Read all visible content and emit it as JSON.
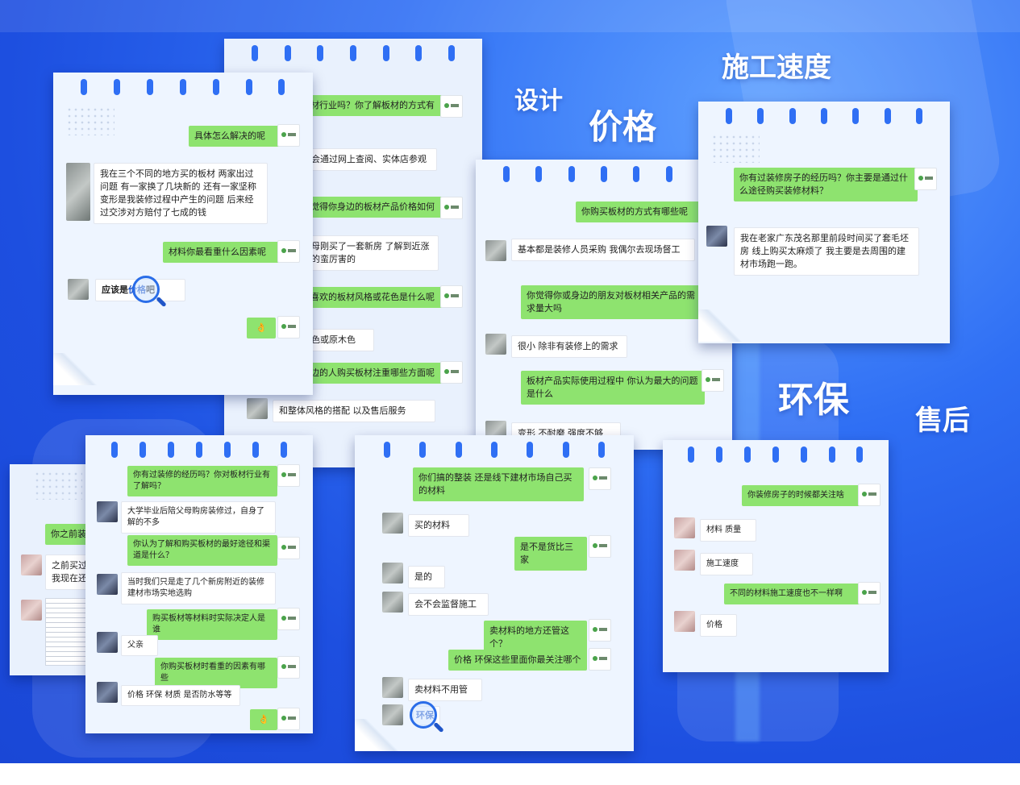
{
  "keywords": {
    "design": "设计",
    "price": "价格",
    "construction_speed": "施工速度",
    "eco": "环保",
    "after_sales": "售后"
  },
  "cards": {
    "card1": {
      "m1": "具体怎么解决的呢",
      "m2": "我在三个不同的地方买的板材 两家出过问题 有一家换了几块新的 还有一家坚称变形是我装修过程中产生的问题 后来经过交涉对方赔付了七成的钱",
      "m3": "材料你最看重什么因素呢",
      "m4_pre": "应该是",
      "m4_key": "价格",
      "m4_post": "吧",
      "m5": "👌"
    },
    "card2": {
      "m1": "材行业吗？你了解板材的方式有",
      "m2": "会通过网上查阅、实体店参观",
      "m3": "觉得你身边的板材产品价格如何",
      "m4": "母刚买了一套新房 了解到近涨的蛮厉害的",
      "m5": "喜欢的板材风格或花色是什么呢",
      "m6": "色或原木色",
      "m7": "边的人购买板材注重哪些方面呢",
      "m8": "和整体风格的搭配 以及售后服务"
    },
    "card3": {
      "m1": "你购买板材的方式有哪些呢",
      "m2": "基本都是装修人员采购 我偶尔去现场督工",
      "m3": "你觉得你或身边的朋友对板材相关产品的需求量大吗",
      "m4": "很小 除非有装修上的需求",
      "m5": "板材产品实际使用过程中 你认为最大的问题是什么",
      "m6": "变形 不耐磨 强度不够"
    },
    "card4": {
      "m1": "你有过装修房子的经历吗？你主要是通过什么途径购买装修材料？",
      "m2": "我在老家广东茂名那里前段时间买了套毛坯房 线上购买太麻烦了 我主要是去周围的建材市场跑一跑。"
    },
    "card5": {
      "m1": "你之前装修",
      "m2": "之前买过一",
      "m3": "我现在还有"
    },
    "card6": {
      "m1": "你有过装修的经历吗？你对板材行业有了解吗？",
      "m2": "大学毕业后陪父母购房装修过，自身了解的不多",
      "m3": "你认为了解和购买板材的最好途径和渠道是什么？",
      "m4": "当时我们只是走了几个新房附近的装修建材市场实地选购",
      "m5": "购买板材等材料时实际决定人是谁",
      "m6": "父亲",
      "m7": "你购买板材时看重的因素有哪些",
      "m8": "价格 环保 材质 是否防水等等",
      "m9": "👌"
    },
    "card7": {
      "m1": "你们搞的整装 还是线下建材市场自己买的材料",
      "m2": "买的材料",
      "m3": "是不是货比三家",
      "m4": "是的",
      "m5": "会不会监督施工",
      "m6": "卖材料的地方还管这个？",
      "m7": "价格 环保这些里面你最关注哪个",
      "m8": "卖材料不用管",
      "m9_key": "环保"
    },
    "card8": {
      "m1": "你装修房子的时候都关注啥",
      "m2": "材料 质量",
      "m3": "施工速度",
      "m4": "不同的材料施工速度也不一样啊",
      "m5": "价格"
    }
  }
}
